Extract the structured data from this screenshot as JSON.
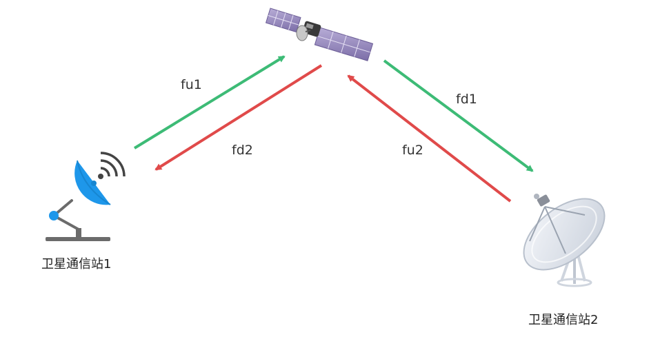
{
  "colors": {
    "uplink_downlink_green": "#3dbb76",
    "reverse_red": "#e04a4a",
    "station1_blue": "#1e97ea",
    "station1_base": "#6b6b6b",
    "station2_dish": "#dfe4ec",
    "satellite_panel": "#8f82b8"
  },
  "icons": {
    "satellite": "satellite-icon",
    "station1": "satellite-dish-blue-icon",
    "station2": "parabolic-antenna-icon",
    "signal": "signal-waves-icon"
  },
  "links": {
    "fu1": "fu1",
    "fd2": "fd2",
    "fd1": "fd1",
    "fu2": "fu2"
  },
  "stations": {
    "station1": "卫星通信站1",
    "station2": "卫星通信站2"
  }
}
